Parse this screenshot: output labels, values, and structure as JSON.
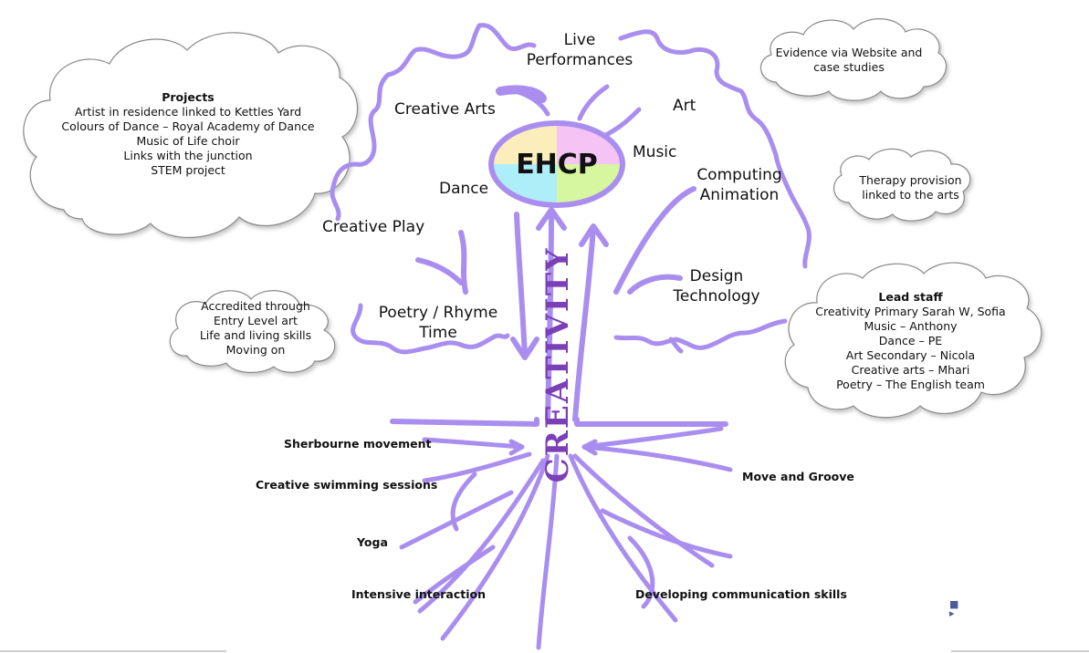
{
  "center": "EHCP",
  "trunk": "CREATIVITY",
  "colors": {
    "stroke": "#a98ef0",
    "creativity_text": "#7b3fb8",
    "pie": [
      "#fbeebc",
      "#f6c3f5",
      "#aeeef9",
      "#d6f79f"
    ]
  },
  "branches": {
    "live": [
      "Live",
      "Performances"
    ],
    "creative_arts": "Creative Arts",
    "art": "Art",
    "music": "Music",
    "dance": "Dance",
    "computing": [
      "Computing",
      "Animation"
    ],
    "creative_play": "Creative Play",
    "design": [
      "Design",
      "Technology"
    ],
    "poetry": [
      "Poetry / Rhyme",
      "Time"
    ]
  },
  "roots": {
    "sherbourne": "Sherbourne movement",
    "swimming": "Creative swimming sessions",
    "yoga": "Yoga",
    "intensive": "Intensive interaction",
    "move": "Move and Groove",
    "communication": "Developing communication skills"
  },
  "clouds": {
    "projects": {
      "title": "Projects",
      "lines": [
        "Artist in residence linked to Kettles Yard",
        "Colours of Dance – Royal Academy of Dance",
        "Music of Life  choir",
        "Links with the junction",
        "STEM project"
      ]
    },
    "evidence": [
      "Evidence via Website and",
      "case studies"
    ],
    "therapy": [
      "Therapy provision",
      "linked to the arts"
    ],
    "accredited": [
      "Accredited through",
      "Entry Level art",
      "Life and living skills",
      "Moving on"
    ],
    "lead": {
      "title": "Lead staff",
      "lines": [
        "Creativity Primary  Sarah W, Sofia",
        "Music – Anthony",
        "Dance – PE",
        "Art Secondary – Nicola",
        "Creative arts – Mhari",
        "Poetry – The English team"
      ]
    }
  }
}
